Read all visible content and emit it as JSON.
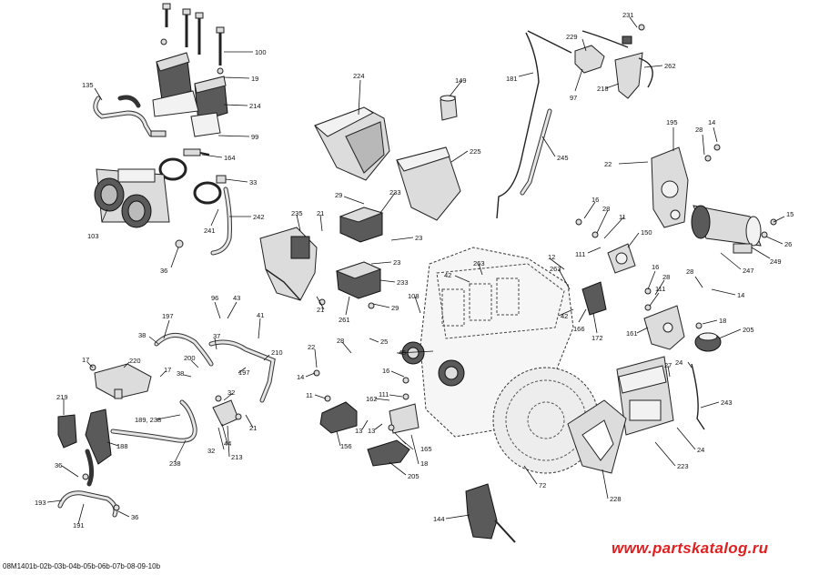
{
  "diagram_code": "08M1401b-02b-03b-04b-05b-06b-07b-08-09-10b",
  "watermark": "www.partskatalog.ru",
  "colors": {
    "line": "#111111",
    "part_fill": "#dcdcdc",
    "watermark": "#e02020"
  },
  "callouts": [
    {
      "id": "c-100",
      "label": "100"
    },
    {
      "id": "c-19",
      "label": "19"
    },
    {
      "id": "c-214",
      "label": "214"
    },
    {
      "id": "c-99",
      "label": "99"
    },
    {
      "id": "c-135",
      "label": "135"
    },
    {
      "id": "c-164",
      "label": "164"
    },
    {
      "id": "c-33",
      "label": "33"
    },
    {
      "id": "c-242",
      "label": "242"
    },
    {
      "id": "c-241",
      "label": "241"
    },
    {
      "id": "c-103",
      "label": "103"
    },
    {
      "id": "c-36a",
      "label": "36"
    },
    {
      "id": "c-224",
      "label": "224"
    },
    {
      "id": "c-149",
      "label": "149"
    },
    {
      "id": "c-225",
      "label": "225"
    },
    {
      "id": "c-181",
      "label": "181"
    },
    {
      "id": "c-245",
      "label": "245"
    },
    {
      "id": "c-231",
      "label": "231"
    },
    {
      "id": "c-229",
      "label": "229"
    },
    {
      "id": "c-262",
      "label": "262"
    },
    {
      "id": "c-218",
      "label": "218"
    },
    {
      "id": "c-97",
      "label": "97"
    },
    {
      "id": "c-195",
      "label": "195"
    },
    {
      "id": "c-14a",
      "label": "14"
    },
    {
      "id": "c-28a",
      "label": "28"
    },
    {
      "id": "c-22a",
      "label": "22"
    },
    {
      "id": "c-15",
      "label": "15"
    },
    {
      "id": "c-26",
      "label": "26"
    },
    {
      "id": "c-249",
      "label": "249"
    },
    {
      "id": "c-247",
      "label": "247"
    },
    {
      "id": "c-29a",
      "label": "29"
    },
    {
      "id": "c-233a",
      "label": "233"
    },
    {
      "id": "c-235",
      "label": "235"
    },
    {
      "id": "c-21a",
      "label": "21"
    },
    {
      "id": "c-23a",
      "label": "23"
    },
    {
      "id": "c-23b",
      "label": "23"
    },
    {
      "id": "c-233b",
      "label": "233"
    },
    {
      "id": "c-21b",
      "label": "21"
    },
    {
      "id": "c-261",
      "label": "261"
    },
    {
      "id": "c-29b",
      "label": "29"
    },
    {
      "id": "c-16a",
      "label": "16"
    },
    {
      "id": "c-28b",
      "label": "28"
    },
    {
      "id": "c-11a",
      "label": "11"
    },
    {
      "id": "c-111a",
      "label": "111"
    },
    {
      "id": "c-150",
      "label": "150"
    },
    {
      "id": "c-12",
      "label": "12"
    },
    {
      "id": "c-263a",
      "label": "263"
    },
    {
      "id": "c-263b",
      "label": "263"
    },
    {
      "id": "c-42a",
      "label": "42"
    },
    {
      "id": "c-42b",
      "label": "42"
    },
    {
      "id": "c-108",
      "label": "108"
    },
    {
      "id": "c-166",
      "label": "166"
    },
    {
      "id": "c-172",
      "label": "172"
    },
    {
      "id": "c-16b",
      "label": "16"
    },
    {
      "id": "c-28c",
      "label": "28"
    },
    {
      "id": "c-28d",
      "label": "28"
    },
    {
      "id": "c-111b",
      "label": "111"
    },
    {
      "id": "c-14b",
      "label": "14"
    },
    {
      "id": "c-18a",
      "label": "18"
    },
    {
      "id": "c-161",
      "label": "161"
    },
    {
      "id": "c-205a",
      "label": "205"
    },
    {
      "id": "c-96",
      "label": "96"
    },
    {
      "id": "c-43",
      "label": "43"
    },
    {
      "id": "c-41",
      "label": "41"
    },
    {
      "id": "c-197a",
      "label": "197"
    },
    {
      "id": "c-38a",
      "label": "38"
    },
    {
      "id": "c-37",
      "label": "37"
    },
    {
      "id": "c-210",
      "label": "210"
    },
    {
      "id": "c-197b",
      "label": "197"
    },
    {
      "id": "c-17a",
      "label": "17"
    },
    {
      "id": "c-220",
      "label": "220"
    },
    {
      "id": "c-200",
      "label": "200"
    },
    {
      "id": "c-17b",
      "label": "17"
    },
    {
      "id": "c-38b",
      "label": "38"
    },
    {
      "id": "c-22b",
      "label": "22"
    },
    {
      "id": "c-28e",
      "label": "28"
    },
    {
      "id": "c-25",
      "label": "25"
    },
    {
      "id": "c-14c",
      "label": "14"
    },
    {
      "id": "c-11b",
      "label": "11"
    },
    {
      "id": "c-16c",
      "label": "16"
    },
    {
      "id": "c-111c",
      "label": "111"
    },
    {
      "id": "c-162",
      "label": "162"
    },
    {
      "id": "c-45",
      "label": "45"
    },
    {
      "id": "c-32a",
      "label": "32"
    },
    {
      "id": "c-21c",
      "label": "21"
    },
    {
      "id": "c-219",
      "label": "219"
    },
    {
      "id": "c-189-238",
      "label": "189, 238"
    },
    {
      "id": "c-188",
      "label": "188"
    },
    {
      "id": "c-44",
      "label": "44"
    },
    {
      "id": "c-32b",
      "label": "32"
    },
    {
      "id": "c-213",
      "label": "213"
    },
    {
      "id": "c-238",
      "label": "238"
    },
    {
      "id": "c-156",
      "label": "156"
    },
    {
      "id": "c-13a",
      "label": "13"
    },
    {
      "id": "c-13b",
      "label": "13"
    },
    {
      "id": "c-165",
      "label": "165"
    },
    {
      "id": "c-18b",
      "label": "18"
    },
    {
      "id": "c-205b",
      "label": "205"
    },
    {
      "id": "c-72",
      "label": "72"
    },
    {
      "id": "c-27",
      "label": "27"
    },
    {
      "id": "c-24a",
      "label": "24"
    },
    {
      "id": "c-243",
      "label": "243"
    },
    {
      "id": "c-24b",
      "label": "24"
    },
    {
      "id": "c-223",
      "label": "223"
    },
    {
      "id": "c-228",
      "label": "228"
    },
    {
      "id": "c-36b",
      "label": "36"
    },
    {
      "id": "c-193",
      "label": "193"
    },
    {
      "id": "c-191",
      "label": "191"
    },
    {
      "id": "c-36c",
      "label": "36"
    },
    {
      "id": "c-144",
      "label": "144"
    }
  ]
}
